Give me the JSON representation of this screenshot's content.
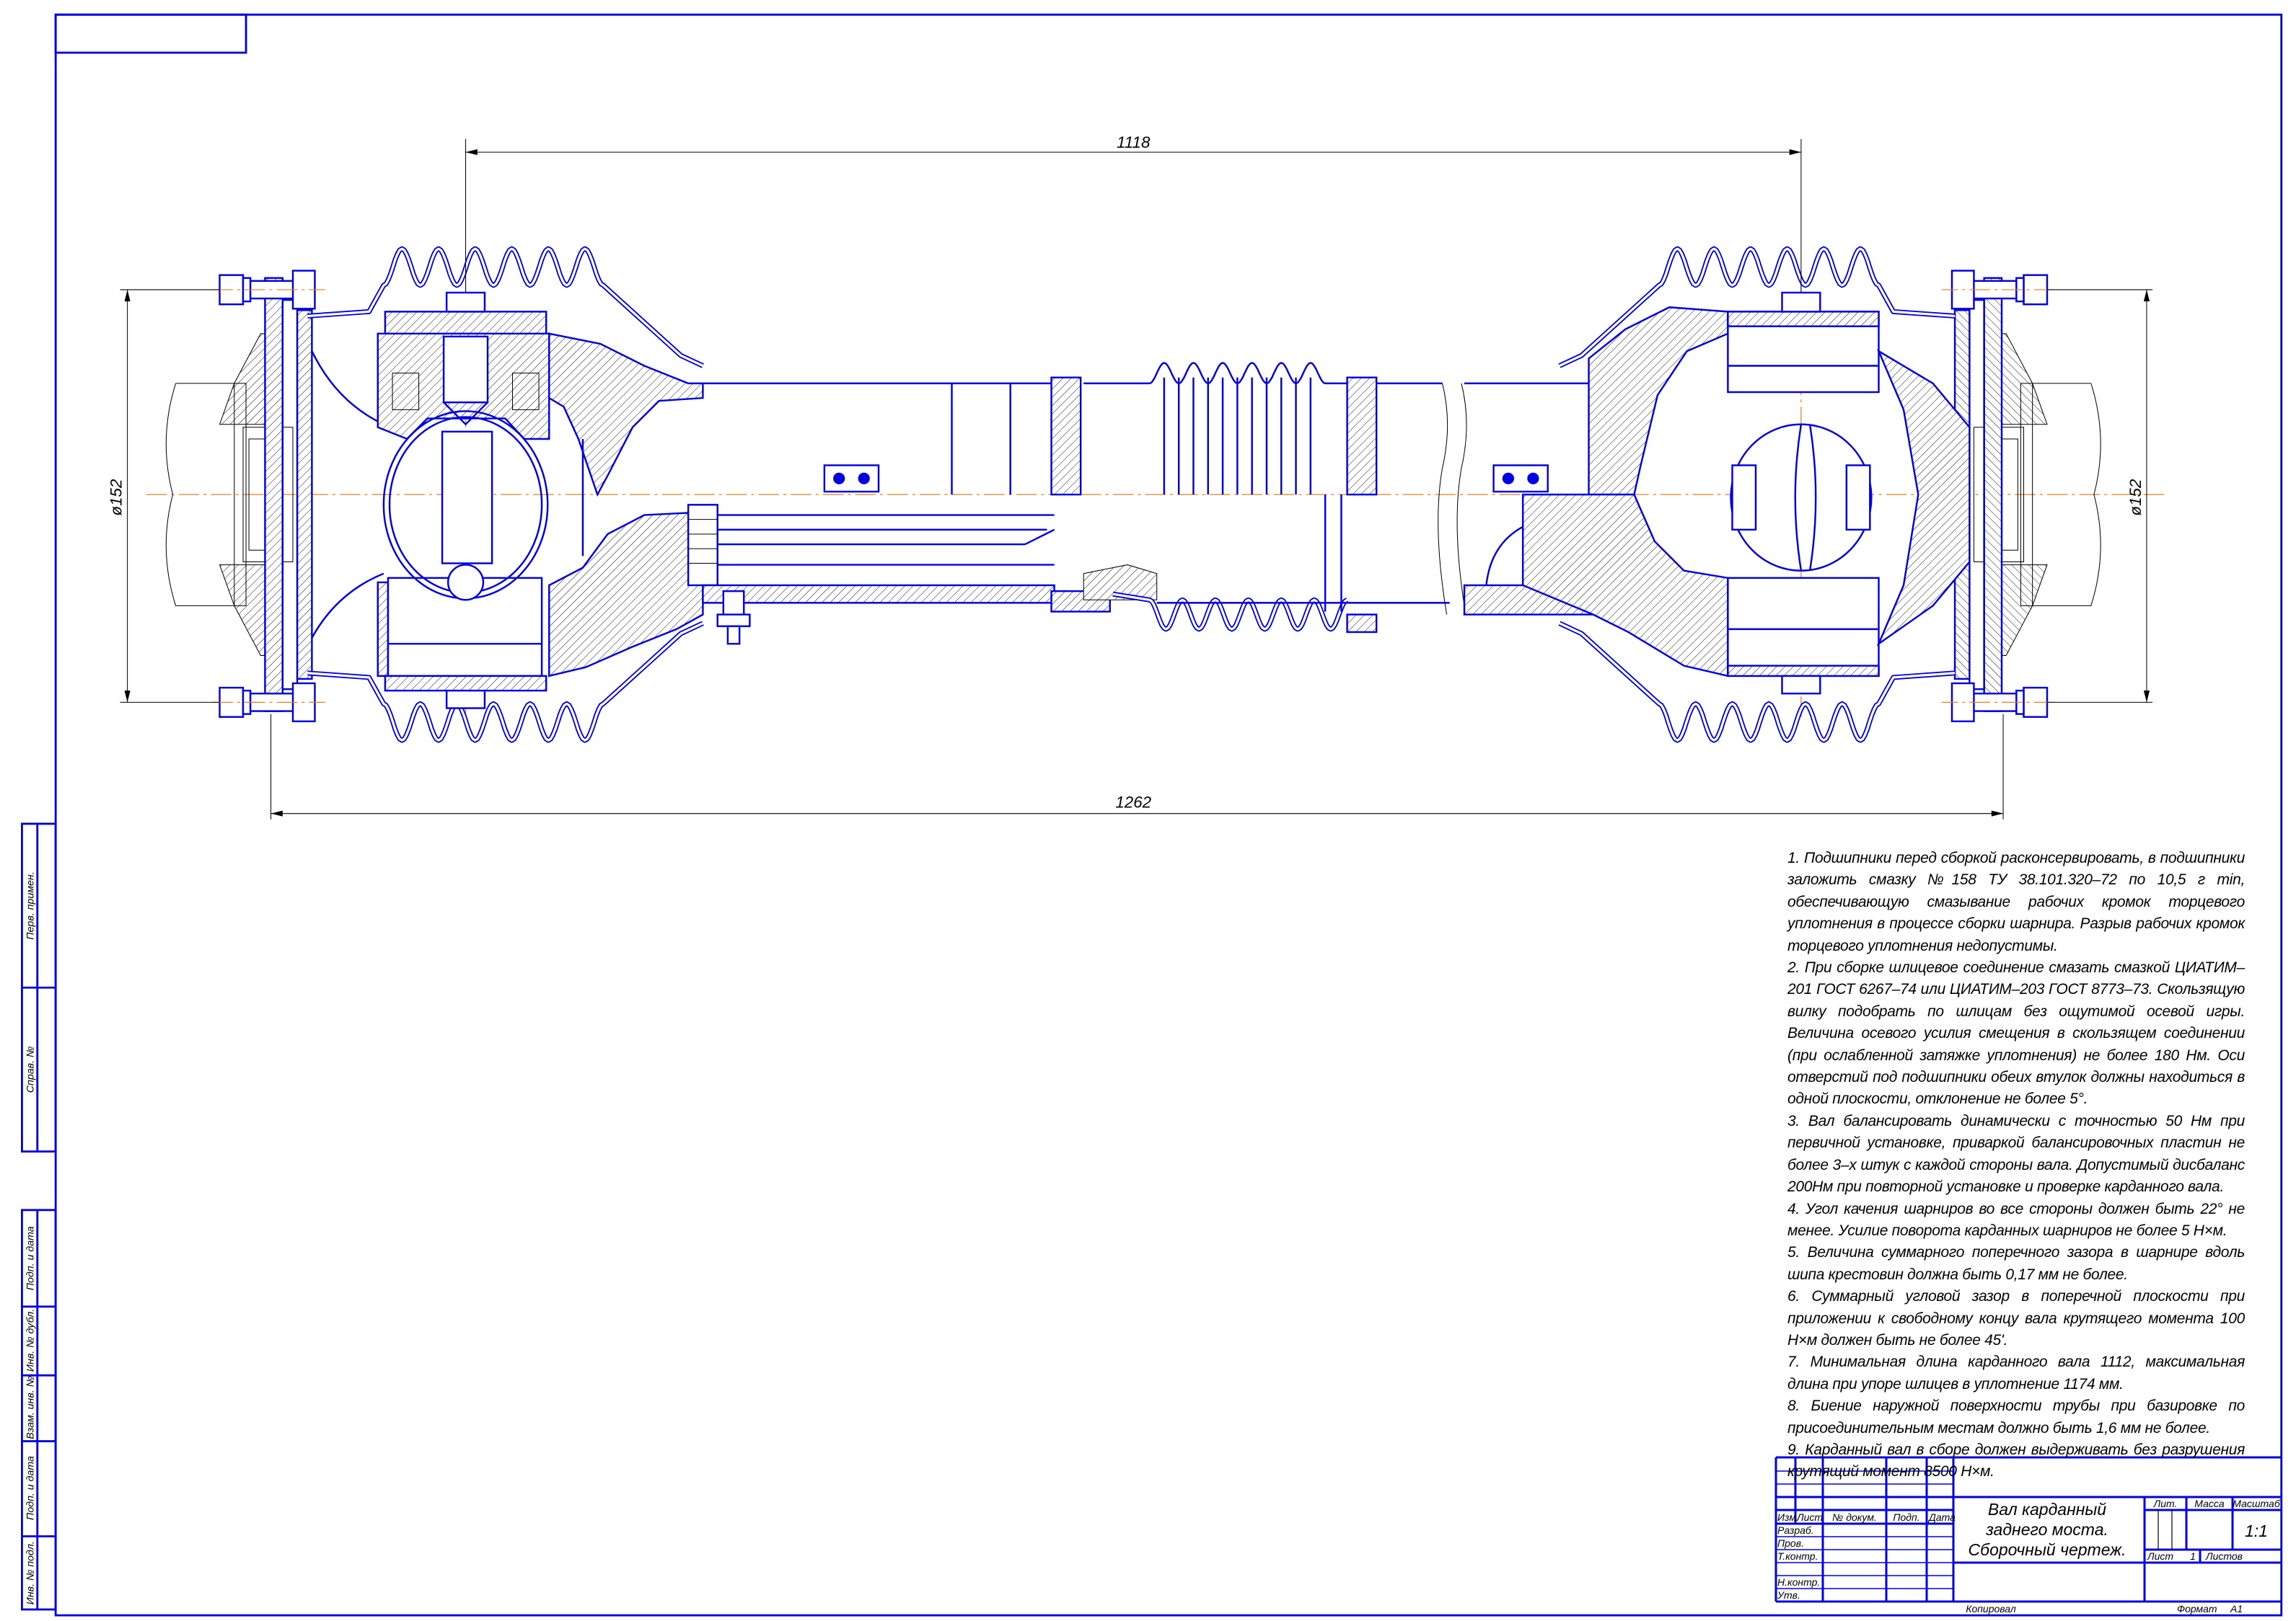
{
  "colors": {
    "line": "#0000e0",
    "centerline": "#e08020",
    "dimension": "#000000"
  },
  "drawing": {
    "dimensions": {
      "joint_centers": "1118",
      "overall_length": "1262",
      "flange_diameter_left": "ø152",
      "flange_diameter_right": "ø152"
    }
  },
  "notes": [
    "1. Подшипники перед сборкой расконсервировать, в подшипники заложить смазку №158 ТУ 38.101.320–72 по 10,5 г min, обеспечивающую смазывание рабочих кромок торцевого уплотнения в процессе сборки шарнира. Разрыв рабочих кромок торцевого уплотнения недопустимы.",
    "2. При сборке шлицевое соединение смазать смазкой ЦИАТИМ–201 ГОСТ 6267–74 или ЦИАТИМ–203 ГОСТ 8773–73. Скользящую вилку подобрать по шлицам без ощутимой осевой игры. Величина осевого усилия смещения в скользящем соединении (при ослабленной затяжке уплотнения) не более 180 Нм. Оси отверстий под подшипники обеих втулок должны находиться в одной плоскости, отклонение не более 5°.",
    "3. Вал балансировать динамически с точностью 50 Нм при первичной установке, приваркой балансировочных пластин не более 3–х штук с каждой стороны вала. Допустимый дисбаланс 200Нм при повторной установке и проверке карданного вала.",
    "4. Угол качения шарниров во все стороны должен быть 22° не менее. Усилие поворота карданных шарниров не более 5 Н×м.",
    "5. Величина суммарного поперечного зазора в шарнире вдоль шипа крестовин должна быть 0,17 мм не более.",
    "6. Суммарный угловой зазор в поперечной плоскости при приложении к свободному концу вала крутящего момента 100 Н×м должен быть не более 45'.",
    "7. Минимальная длина карданного вала 1112, максимальная длина при упоре шлицев в уплотнение 1174 мм.",
    "8. Биение наружной поверхности трубы при базировке по присоединительным местам должно быть 1,6 мм не более.",
    "9. Карданный вал в сборе должен выдерживать без разрушения крутящий момент 8500 Н×м."
  ],
  "title_block": {
    "header": {
      "izm": "Изм.",
      "list": "Лист",
      "doc_no": "№ докум.",
      "sign": "Подп.",
      "date": "Дата"
    },
    "roles": {
      "developed": "Разраб.",
      "checked": "Пров.",
      "tech_control": "Т.контр.",
      "norm_control": "Н.контр.",
      "approved": "Утв."
    },
    "title_lines": [
      "Вал карданный",
      "заднего моста.",
      "Сборочный чертеж."
    ],
    "lit_label": "Лит.",
    "mass_label": "Масса",
    "scale_label": "Масштаб",
    "scale_value": "1:1",
    "sheet_label": "Лист",
    "sheet_value": "1",
    "sheets_label": "Листов",
    "copied_label": "Копировал",
    "format_label": "Формат",
    "format_value": "A1"
  },
  "margin_stamps": [
    "Перв. примен.",
    "Справ. №",
    "Подп. и дата",
    "Инв. № дубл.",
    "Взам. инв. №",
    "Подп. и дата",
    "Инв. № подл."
  ]
}
